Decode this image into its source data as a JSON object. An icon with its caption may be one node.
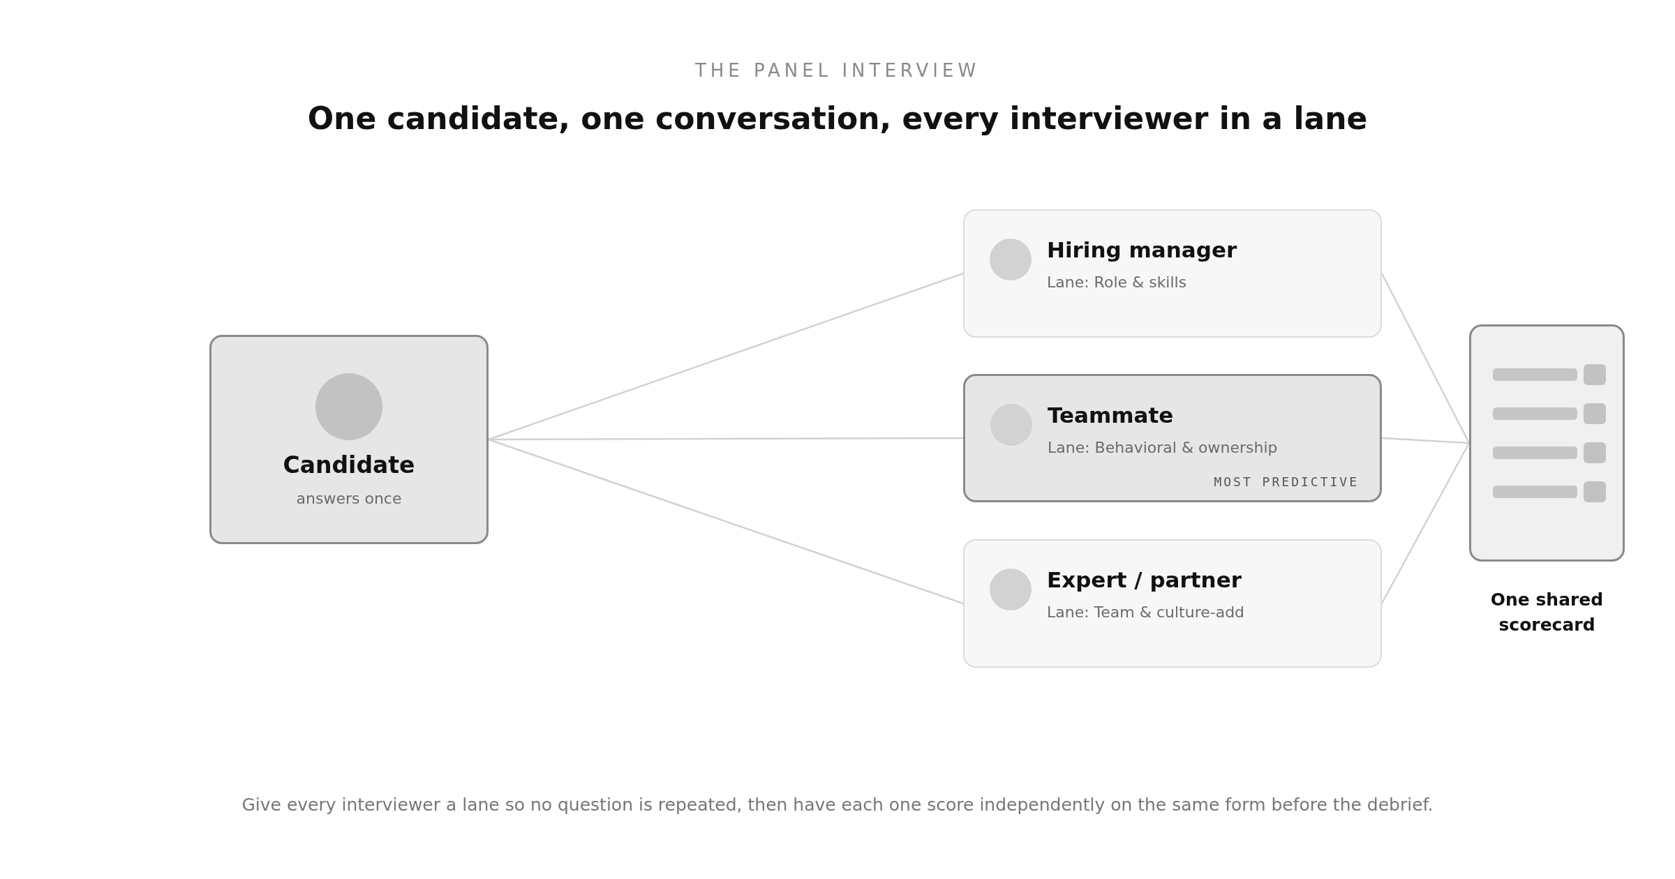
{
  "diagram": {
    "title": "One candidate, one conversation, every interviewer in a lane",
    "caption": "Give every interviewer a lane so no question is repeated, then have each one score independently on the same form before the debrief.",
    "nodes": [
      {
        "text": [
          "Candidate",
          "answers once"
        ]
      },
      {
        "text": [
          "Hiring manager",
          "Lane: Role & skills"
        ]
      },
      {
        "text": [
          "Teammate",
          "Lane: Behavioral & ownership",
          "MOST PREDICTIVE"
        ]
      },
      {
        "text": [
          "Expert / partner",
          "Lane: Team & culture-add"
        ]
      },
      {
        "text": [
          "One shared scorecard"
        ]
      }
    ],
    "edges": [
      {
        "from": 0,
        "to": 1,
        "arrow": "none"
      },
      {
        "from": 0,
        "to": 2,
        "arrow": "none"
      },
      {
        "from": 0,
        "to": 3,
        "arrow": "none"
      },
      {
        "from": 1,
        "to": 4,
        "arrow": "none"
      },
      {
        "from": 2,
        "to": 4,
        "arrow": "none"
      },
      {
        "from": 3,
        "to": 4,
        "arrow": "none"
      }
    ],
    "labels": [
      "THE PANEL INTERVIEW"
    ]
  }
}
